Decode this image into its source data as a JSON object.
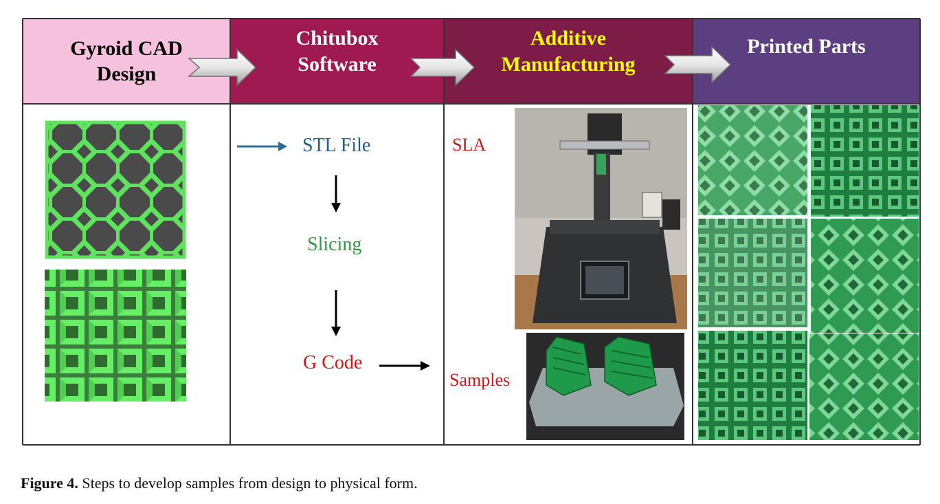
{
  "stages": [
    {
      "line1": "Gyroid CAD",
      "line2": "Design",
      "bg": "#f6c1dc",
      "text_color": "#000000"
    },
    {
      "line1": "Chitubox",
      "line2": "Software",
      "bg": "#9e1a50",
      "text_color": "#ffffff"
    },
    {
      "line1": "Additive",
      "line2": "Manufacturing",
      "bg": "#7e1c48",
      "text_color": "#ffff00"
    },
    {
      "line1": "Printed Parts",
      "line2": "",
      "bg": "#5b3f80",
      "text_color": "#ffffff"
    }
  ],
  "flow": {
    "stl": "STL File",
    "slicing": "Slicing",
    "gcode": "G Code",
    "stl_color": "#1f5f8b",
    "slicing_color": "#2e9a3e",
    "gcode_color": "#d01818"
  },
  "am": {
    "sla": "SLA",
    "samples": "Samples",
    "label_color": "#d01818"
  },
  "caption": {
    "label": "Figure 4.",
    "text": " Steps to develop samples from design to physical form."
  },
  "icons": [
    "arrow-right-icon",
    "arrow-down-icon"
  ]
}
